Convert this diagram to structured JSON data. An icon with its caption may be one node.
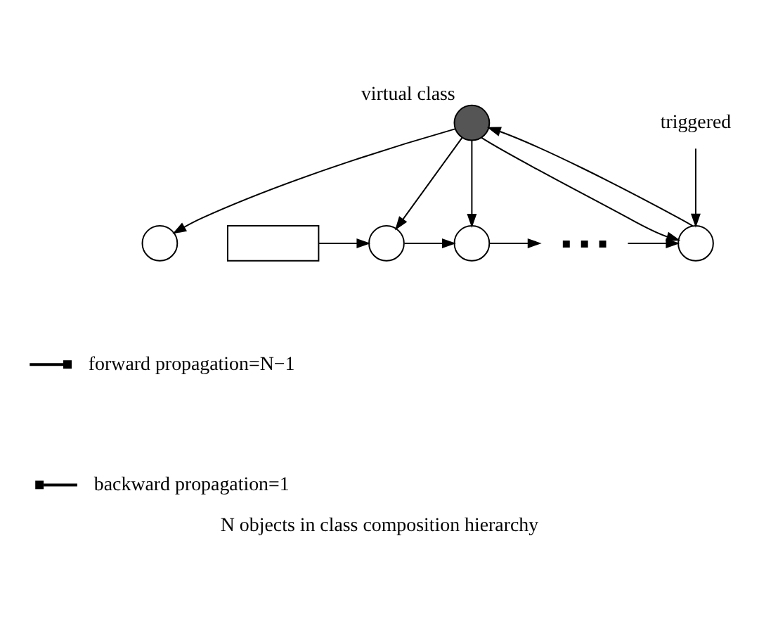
{
  "diagram": {
    "caption": "N objects in class composition hierarchy",
    "nodes": [
      {
        "text": [],
        "shape": "circle",
        "beside": [
          "virtual class"
        ]
      },
      {
        "text": [
          "triggered"
        ]
      },
      {
        "text": [],
        "shape": "circle"
      },
      {
        "text": [],
        "shape": "box"
      },
      {
        "text": [],
        "shape": "circle"
      },
      {
        "text": [],
        "shape": "circle"
      },
      {
        "text": [],
        "shape": "dots"
      },
      {
        "text": [],
        "shape": "circle"
      }
    ],
    "edges": [
      {
        "from": 0,
        "to": 2,
        "arrow": "to"
      },
      {
        "from": 0,
        "to": 4,
        "arrow": "to"
      },
      {
        "from": 0,
        "to": 5,
        "arrow": "to"
      },
      {
        "from": 0,
        "to": 7,
        "arrow": "to"
      },
      {
        "from": 7,
        "to": 0,
        "arrow": "to"
      },
      {
        "from": 1,
        "to": 7,
        "arrow": "to"
      },
      {
        "from": 3,
        "to": 4,
        "arrow": "to"
      },
      {
        "from": 4,
        "to": 5,
        "arrow": "to"
      },
      {
        "from": 5,
        "to": 6,
        "arrow": "to"
      },
      {
        "from": 6,
        "to": 7,
        "arrow": "to"
      }
    ],
    "legend": [
      {
        "text": "forward propagation=N−1"
      },
      {
        "text": "backward propagation=1"
      }
    ]
  }
}
